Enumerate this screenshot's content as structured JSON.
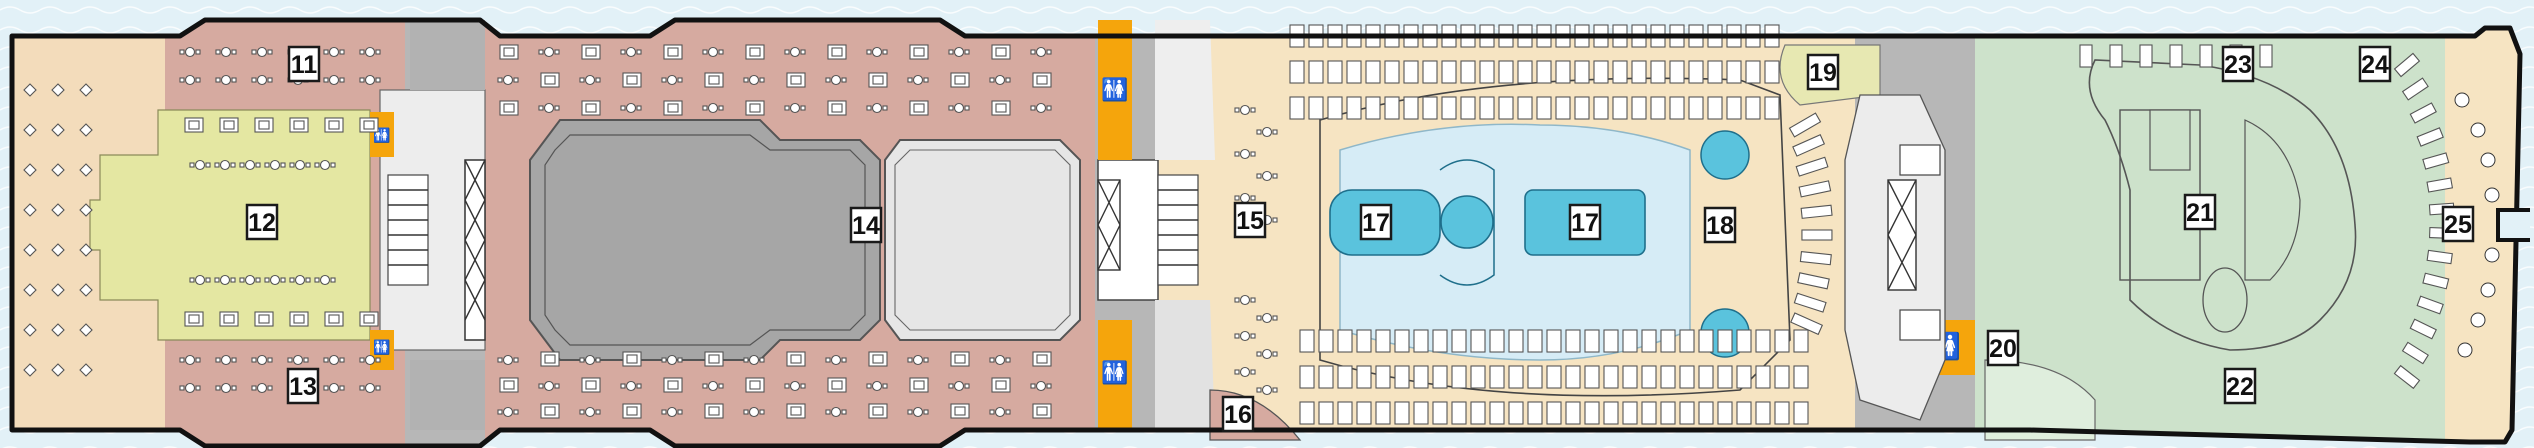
{
  "deck_plan": {
    "background_color": "#e2f1f7",
    "colors": {
      "forward_lounge": "#f3dcbb",
      "restaurant": "#d6aaa0",
      "dining_center": "#e4e7a2",
      "buffet_hall": "#d6aaa0",
      "service_core": "#b7b7b7",
      "amenity_markers": "#f5a50c",
      "pool_deck": "#f6e4c2",
      "pool_water": "#5ac3dd",
      "pool_surround": "#d6ecf6",
      "aft_deck": "#cde2cb",
      "stern": "#f6e4c2"
    },
    "icons": [
      "restroom-icon",
      "restroom-icon",
      "restroom-icon",
      "restroom-icon",
      "restroom-icon"
    ],
    "area_labels": [
      {
        "id": "area-11",
        "text": "11"
      },
      {
        "id": "area-12",
        "text": "12"
      },
      {
        "id": "area-13",
        "text": "13"
      },
      {
        "id": "area-14",
        "text": "14"
      },
      {
        "id": "area-15",
        "text": "15"
      },
      {
        "id": "area-16",
        "text": "16"
      },
      {
        "id": "area-17a",
        "text": "17"
      },
      {
        "id": "area-17b",
        "text": "17"
      },
      {
        "id": "area-18",
        "text": "18"
      },
      {
        "id": "area-19",
        "text": "19"
      },
      {
        "id": "area-20",
        "text": "20"
      },
      {
        "id": "area-21",
        "text": "21"
      },
      {
        "id": "area-22",
        "text": "22"
      },
      {
        "id": "area-23",
        "text": "23"
      },
      {
        "id": "area-24",
        "text": "24"
      },
      {
        "id": "area-25",
        "text": "25"
      }
    ]
  }
}
